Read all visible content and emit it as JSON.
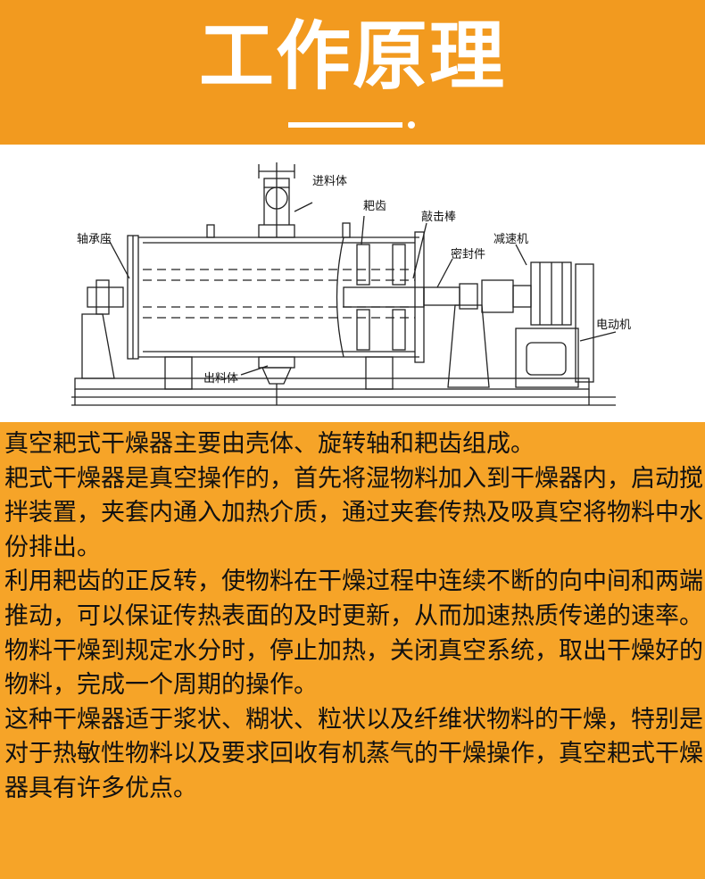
{
  "header": {
    "title": "工作原理"
  },
  "diagram": {
    "labels": {
      "feed_body": "进料体",
      "rake_teeth": "耙齿",
      "striker_bar": "敲击棒",
      "bearing_seat": "轴承座",
      "seal": "密封件",
      "reducer": "减速机",
      "motor": "电动机",
      "discharge_body": "出料体"
    }
  },
  "description": {
    "paragraphs": [
      "真空耙式干燥器主要由壳体、旋转轴和耙齿组成。",
      "耙式干燥器是真空操作的，首先将湿物料加入到干燥器内，启动搅拌装置，夹套内通入加热介质，通过夹套传热及吸真空将物料中水份排出。",
      " 利用耙齿的正反转，使物料在干燥过程中连续不断的向中间和两端推动，可以保证传热表面的及时更新，从而加速热质传递的速率。",
      " 物料干燥到规定水分时，停止加热，关闭真空系统，取出干燥好的物料，完成一个周期的操作。",
      "这种干燥器适于浆状、糊状、粒状以及纤维状物料的干燥，特别是对于热敏性物料以及要求回收有机蒸气的干燥操作，真空耙式干燥器具有许多优点。"
    ]
  },
  "colors": {
    "header_bg": "#f29a1f",
    "text_bg": "#f6a428"
  }
}
